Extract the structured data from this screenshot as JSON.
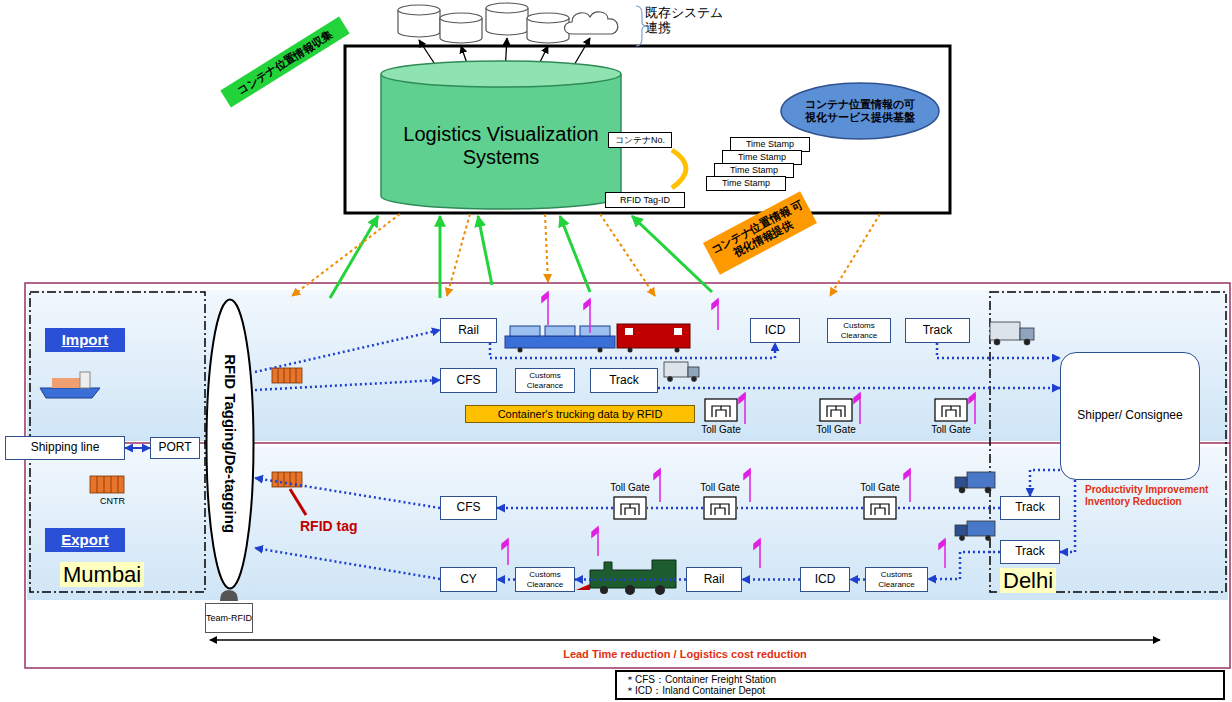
{
  "diagram": {
    "nodes": [
      {
        "text": [
          "Logistics Visualization Systems"
        ]
      },
      {
        "text": [
          "コンテナ位置情報の可視化サービス提供基盤"
        ]
      },
      {
        "text": [
          "コンテナNo."
        ]
      },
      {
        "text": [
          "Time Stamp"
        ]
      },
      {
        "text": [
          "Time Stamp"
        ]
      },
      {
        "text": [
          "Time Stamp"
        ]
      },
      {
        "text": [
          "Time Stamp"
        ]
      },
      {
        "text": [
          "RFID Tag-ID"
        ]
      },
      {
        "text": [
          "コンテナ位置情報収集"
        ]
      },
      {
        "text": [
          "コンテナ位置情報 可視化情報提供"
        ]
      },
      {
        "text": [
          "Import"
        ]
      },
      {
        "text": [
          "Shipping line"
        ]
      },
      {
        "text": [
          "PORT"
        ]
      },
      {
        "text": [
          "RFID Tagging/De-tagging"
        ]
      },
      {
        "text": [
          "Rail"
        ]
      },
      {
        "text": [
          "ICD"
        ]
      },
      {
        "text": [
          "Customs Clearance"
        ]
      },
      {
        "text": [
          "Track"
        ]
      },
      {
        "text": [
          "CFS"
        ]
      },
      {
        "text": [
          "Customs Clearance"
        ]
      },
      {
        "text": [
          "Track"
        ]
      },
      {
        "text": [
          "Toll Gate"
        ]
      },
      {
        "text": [
          "Toll Gate"
        ]
      },
      {
        "text": [
          "Toll Gate"
        ]
      },
      {
        "text": [
          "Container's trucking data by RFID"
        ]
      },
      {
        "text": [
          "Shipper/ Consignee"
        ]
      },
      {
        "text": [
          "Export"
        ]
      },
      {
        "text": [
          "CFS"
        ]
      },
      {
        "text": [
          "Toll Gate"
        ]
      },
      {
        "text": [
          "Toll Gate"
        ]
      },
      {
        "text": [
          "Toll Gate"
        ]
      },
      {
        "text": [
          "Track"
        ]
      },
      {
        "text": [
          "Team-RFID"
        ]
      },
      {
        "text": [
          "CY"
        ]
      },
      {
        "text": [
          "Customs Clearance"
        ]
      },
      {
        "text": [
          "Rail"
        ]
      },
      {
        "text": [
          "ICD"
        ]
      },
      {
        "text": [
          "Customs Clearance"
        ]
      },
      {
        "text": [
          "Track"
        ]
      },
      {
        "text": [
          "＊CFS：Container Freight Station",
          "＊ICD：Inland Container Depot"
        ]
      }
    ],
    "edges": [
      {
        "from": 11,
        "to": 12,
        "arrow": "both"
      },
      {
        "from": 13,
        "to": 14,
        "arrow": "to"
      },
      {
        "from": 13,
        "to": 18,
        "arrow": "to"
      },
      {
        "from": 14,
        "to": 15,
        "arrow": "to"
      },
      {
        "from": 17,
        "to": 25,
        "arrow": "to"
      },
      {
        "from": 20,
        "to": 25,
        "arrow": "to"
      },
      {
        "from": 25,
        "to": 31,
        "arrow": "to"
      },
      {
        "from": 25,
        "to": 38,
        "arrow": "to"
      },
      {
        "from": 31,
        "to": 30,
        "arrow": "none"
      },
      {
        "from": 30,
        "to": 29,
        "arrow": "none"
      },
      {
        "from": 29,
        "to": 28,
        "arrow": "none"
      },
      {
        "from": 28,
        "to": 27,
        "arrow": "to"
      },
      {
        "from": 27,
        "to": 13,
        "arrow": "to"
      },
      {
        "from": 33,
        "to": 13,
        "arrow": "to"
      },
      {
        "from": 38,
        "to": 37,
        "arrow": "to"
      },
      {
        "from": 37,
        "to": 36,
        "arrow": "to"
      },
      {
        "from": 36,
        "to": 35,
        "arrow": "to"
      },
      {
        "from": 35,
        "to": 34,
        "arrow": "to"
      },
      {
        "from": 34,
        "to": 33,
        "arrow": "to"
      }
    ],
    "labels": [
      "既存システム 連携",
      "CNTR",
      "Mumbai",
      "Delhi",
      "RFID tag",
      "Productivity Improvement Inventory Reduction",
      "Lead Time reduction / Logistics cost reduction"
    ]
  }
}
